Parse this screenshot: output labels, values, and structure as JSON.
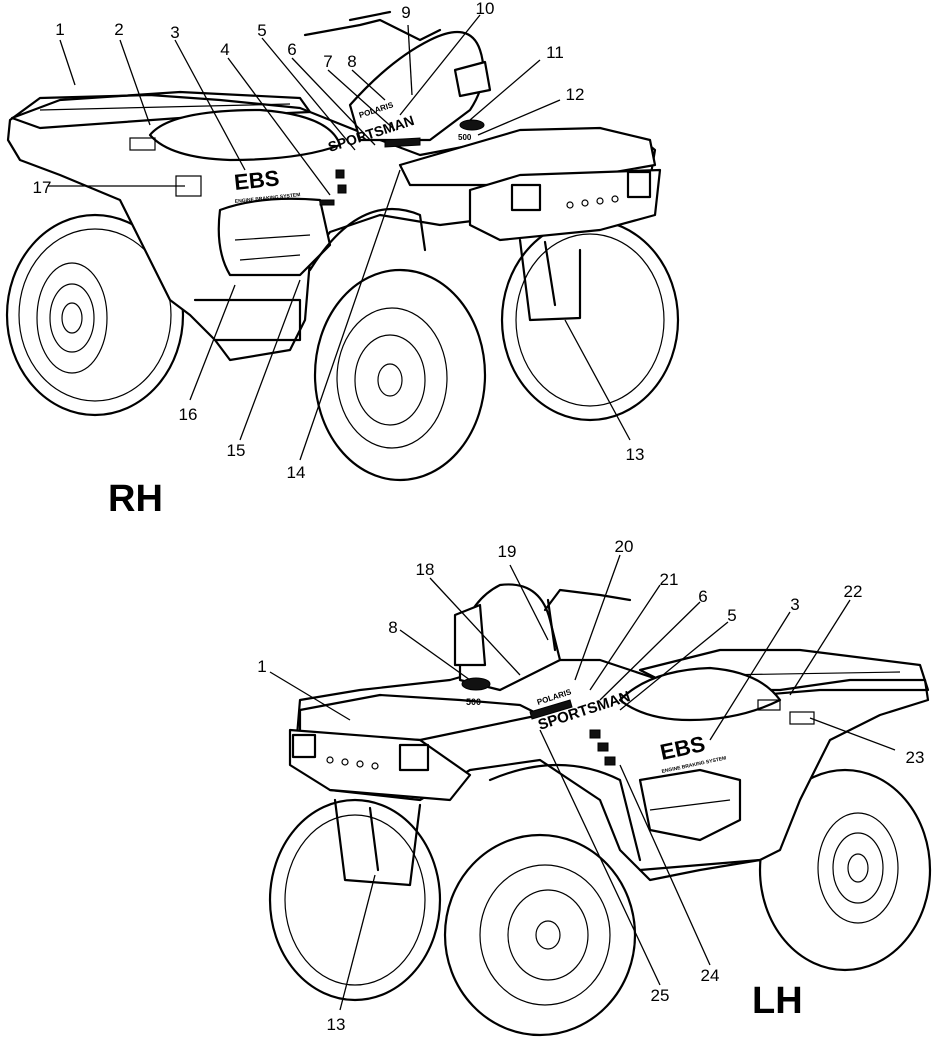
{
  "views": {
    "rh": {
      "label": "RH",
      "callouts": [
        "1",
        "2",
        "3",
        "4",
        "5",
        "6",
        "7",
        "8",
        "9",
        "10",
        "11",
        "12",
        "13",
        "14",
        "15",
        "16",
        "17"
      ]
    },
    "lh": {
      "label": "LH",
      "callouts": [
        "18",
        "19",
        "20",
        "21",
        "6",
        "5",
        "3",
        "22",
        "23",
        "8",
        "1",
        "13",
        "25",
        "24"
      ]
    }
  },
  "decals": {
    "ebs": "EBS",
    "sportsman": "SPORTSMAN",
    "polaris": "POLARIS",
    "engine": "500",
    "ebs_sub": "ENGINE BRAKING SYSTEM"
  }
}
